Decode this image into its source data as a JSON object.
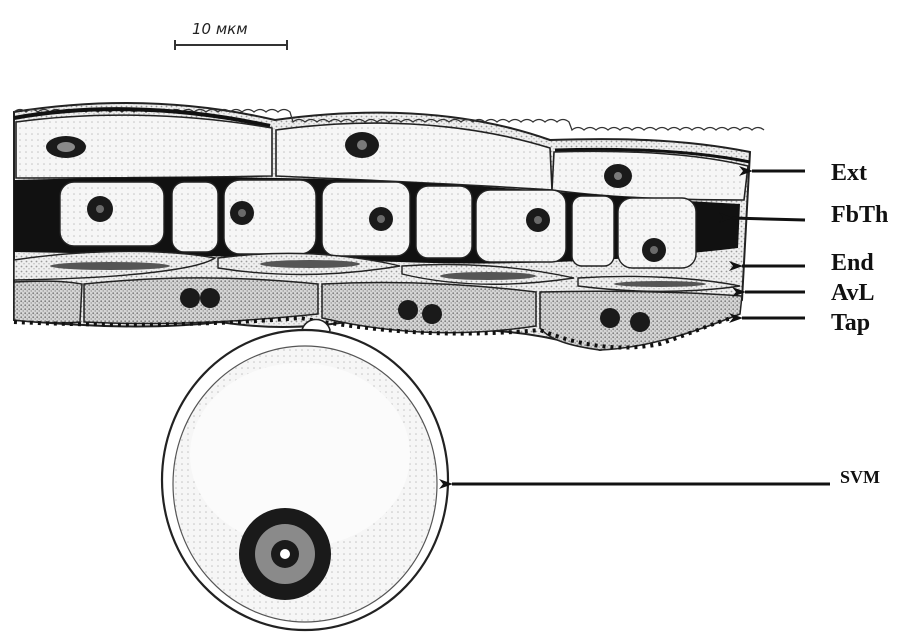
{
  "scale_bar": {
    "text": "10 мкм"
  },
  "labels": {
    "ext": "Ext",
    "fbth": "FbTh",
    "end": "End",
    "avl": "AvL",
    "tap": "Tap",
    "svm": "SVM"
  },
  "colors": {
    "ink": "#111111",
    "cytoplasm": "#e4e4e4",
    "tapetum": "#cfcfcf",
    "nucleus": "#1a1a1a"
  }
}
